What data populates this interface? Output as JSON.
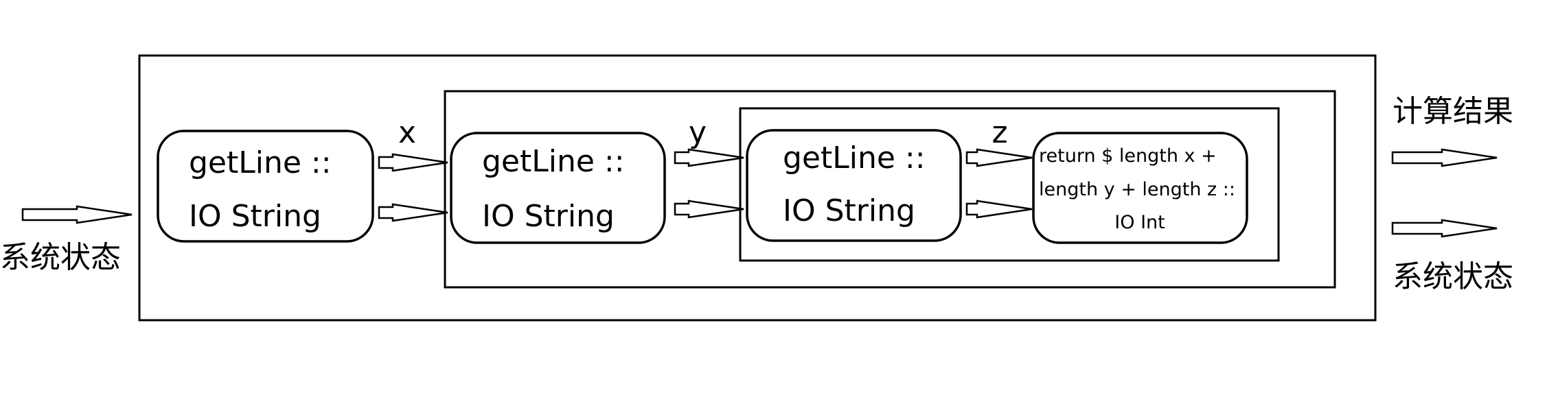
{
  "input_state_label": "系统状态",
  "output_result_label": "计算结果",
  "output_state_label": "系统状态",
  "nodes": [
    {
      "line1": "getLine ::",
      "line2": "IO String"
    },
    {
      "line1": "getLine ::",
      "line2": "IO String"
    },
    {
      "line1": "getLine ::",
      "line2": "IO String"
    },
    {
      "line1": "return $ length x +",
      "line2": "length y + length z ::",
      "line3": "IO Int"
    }
  ],
  "edges": [
    {
      "label": "x"
    },
    {
      "label": "y"
    },
    {
      "label": "z"
    }
  ]
}
